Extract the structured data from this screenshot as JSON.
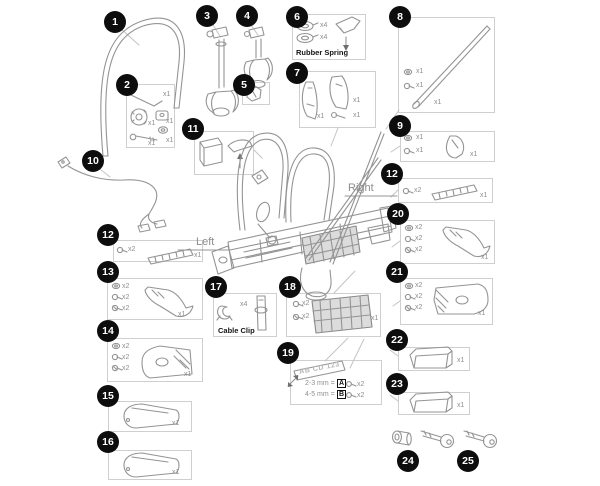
{
  "colors": {
    "badge_bg": "#0d0d0d",
    "badge_text": "#ffffff",
    "line_art": "#949494",
    "box_border": "#cfcfcf",
    "qty_text": "#8f8f8f",
    "side_label_text": "#8c8c8c",
    "caption_text": "#141414",
    "mesh_fill": "#dcdcdc",
    "background": "#ffffff"
  },
  "labels": {
    "left": "Left",
    "right": "Right",
    "rubber_spring": "Rubber Spring",
    "cable_clip": "Cable Clip",
    "plate_text": "AB CD 123",
    "row_a_prefix": "2-3 mm =",
    "row_a_letter": "A",
    "row_a_qty": "x2",
    "row_b_prefix": "4-5 mm =",
    "row_b_letter": "B",
    "row_b_qty": "x2"
  },
  "items": {
    "i1": {
      "num": "1"
    },
    "i2": {
      "num": "2",
      "qtys": [
        "x1",
        "x1",
        "x1",
        "x1",
        "x1"
      ]
    },
    "i3": {
      "num": "3"
    },
    "i4": {
      "num": "4"
    },
    "i5": {
      "num": "5"
    },
    "i6": {
      "num": "6",
      "qtys": [
        "x4",
        "x4"
      ]
    },
    "i7": {
      "num": "7",
      "qtys": [
        "x1",
        "x1",
        "x1"
      ]
    },
    "i8": {
      "num": "8",
      "qtys": [
        "x1",
        "x1",
        "x1"
      ]
    },
    "i9": {
      "num": "9",
      "qtys": [
        "x1",
        "x1",
        "x1"
      ]
    },
    "i10": {
      "num": "10"
    },
    "i11": {
      "num": "11"
    },
    "i12l": {
      "num": "12",
      "qtys": [
        "x2",
        "x1"
      ]
    },
    "i12r": {
      "num": "12",
      "qtys": [
        "x2",
        "x1"
      ]
    },
    "i13": {
      "num": "13",
      "qtys": [
        "x2",
        "x2",
        "x2",
        "x1"
      ]
    },
    "i14": {
      "num": "14",
      "qtys": [
        "x2",
        "x2",
        "x2",
        "x1"
      ]
    },
    "i15": {
      "num": "15",
      "qtys": [
        "x1"
      ]
    },
    "i16": {
      "num": "16",
      "qtys": [
        "x1"
      ]
    },
    "i17": {
      "num": "17",
      "qtys": [
        "x4"
      ]
    },
    "i18": {
      "num": "18",
      "qtys": [
        "x2",
        "x2",
        "x1"
      ]
    },
    "i19": {
      "num": "19"
    },
    "i20": {
      "num": "20",
      "qtys": [
        "x2",
        "x2",
        "x2",
        "x1"
      ]
    },
    "i21": {
      "num": "21",
      "qtys": [
        "x2",
        "x2",
        "x2",
        "x1"
      ]
    },
    "i22": {
      "num": "22",
      "qtys": [
        "x1"
      ]
    },
    "i23": {
      "num": "23",
      "qtys": [
        "x1"
      ]
    },
    "i24": {
      "num": "24"
    },
    "i25": {
      "num": "25"
    }
  }
}
